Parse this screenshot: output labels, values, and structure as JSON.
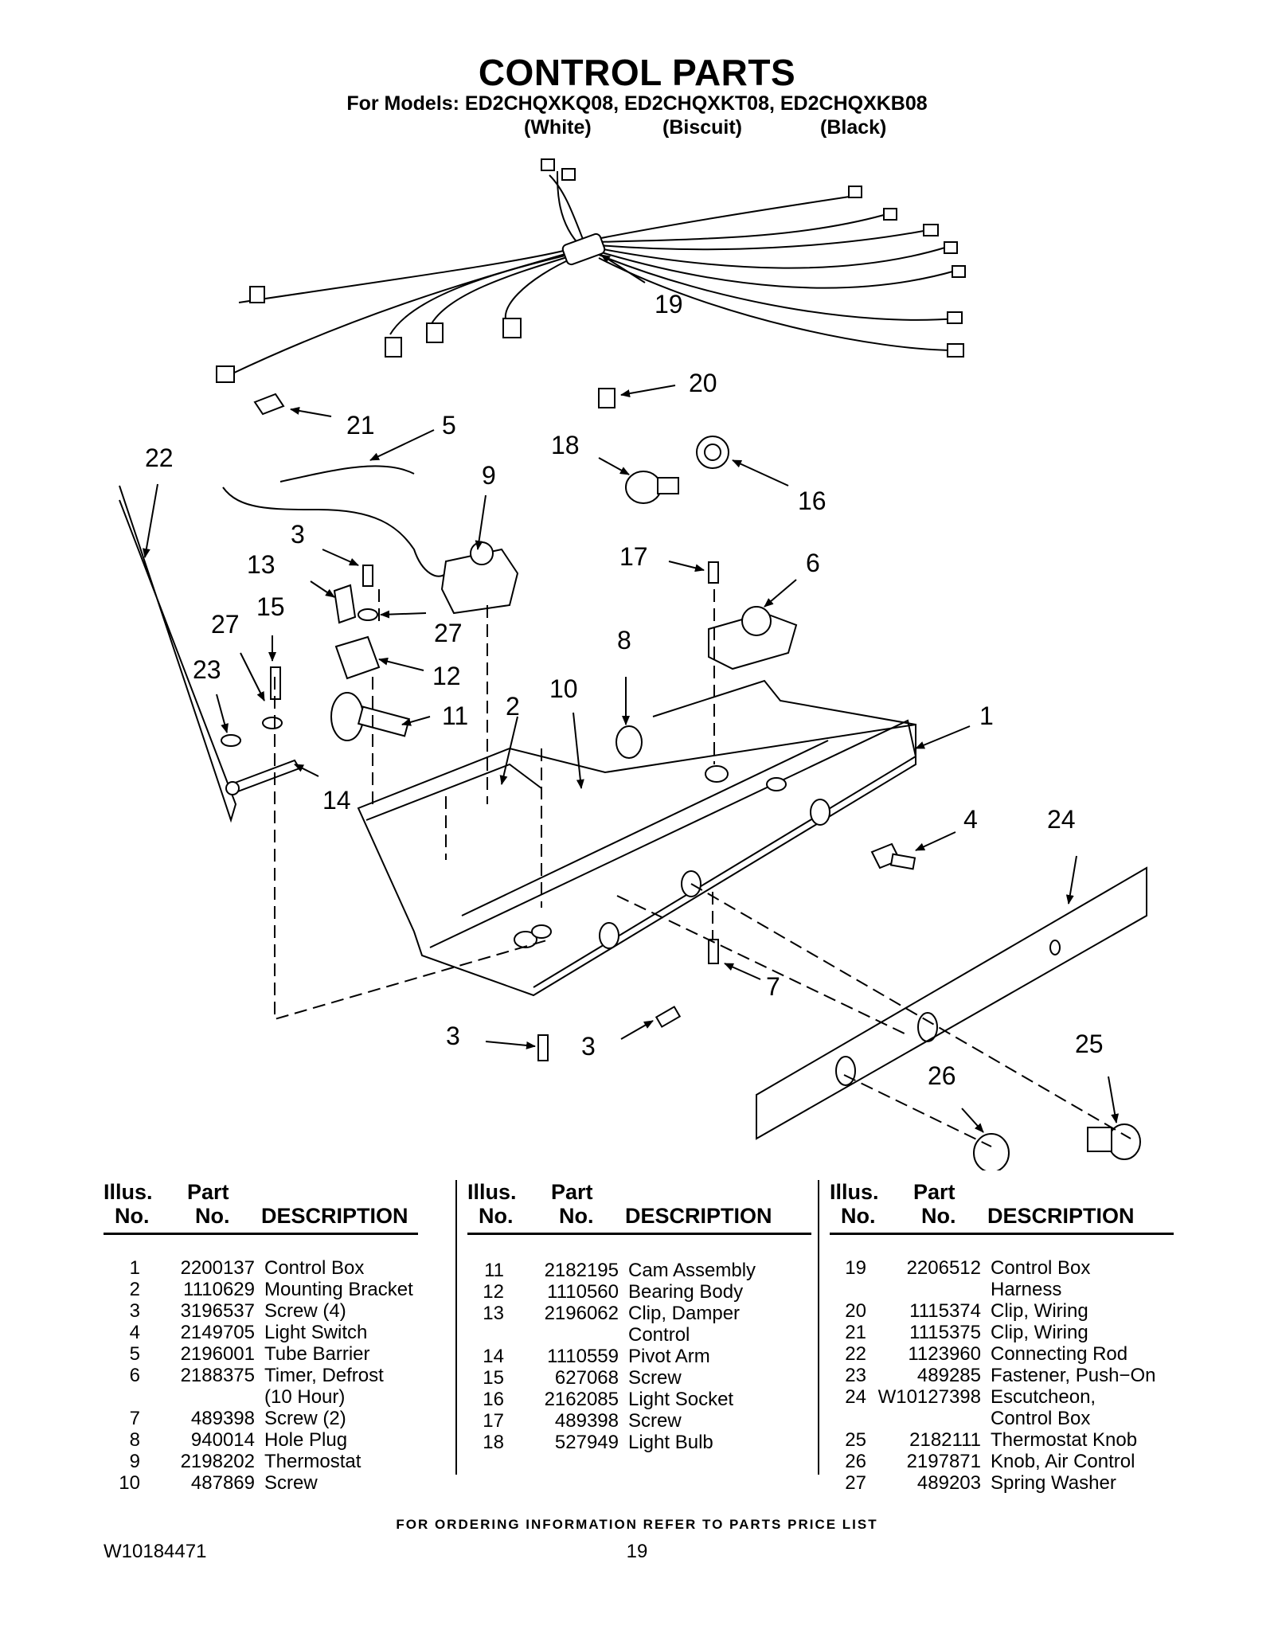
{
  "header": {
    "title": "CONTROL PARTS",
    "models_line": "For Models: ED2CHQXKQ08, ED2CHQXKT08, ED2CHQXKB08",
    "colors": [
      "(White)",
      "(Biscuit)",
      "(Black)"
    ]
  },
  "diagram": {
    "callouts": [
      "19",
      "20",
      "21",
      "5",
      "22",
      "18",
      "9",
      "16",
      "3",
      "17",
      "6",
      "13",
      "15",
      "27",
      "27",
      "12",
      "8",
      "23",
      "10",
      "11",
      "2",
      "1",
      "14",
      "4",
      "24",
      "7",
      "3",
      "3",
      "25",
      "26"
    ]
  },
  "table": {
    "headers": {
      "illus_top": "Illus.",
      "illus_bottom": "No.",
      "part_top": "Part",
      "part_bottom": "No.",
      "description": "DESCRIPTION"
    },
    "columns": [
      [
        {
          "no": "1",
          "part": "2200137",
          "desc": [
            "Control Box"
          ]
        },
        {
          "no": "2",
          "part": "1110629",
          "desc": [
            "Mounting Bracket"
          ]
        },
        {
          "no": "3",
          "part": "3196537",
          "desc": [
            "Screw (4)"
          ]
        },
        {
          "no": "4",
          "part": "2149705",
          "desc": [
            "Light Switch"
          ]
        },
        {
          "no": "5",
          "part": "2196001",
          "desc": [
            "Tube Barrier"
          ]
        },
        {
          "no": "6",
          "part": "2188375",
          "desc": [
            "Timer, Defrost",
            "(10 Hour)"
          ]
        },
        {
          "no": "7",
          "part": "489398",
          "desc": [
            "Screw (2)"
          ]
        },
        {
          "no": "8",
          "part": "940014",
          "desc": [
            "Hole Plug"
          ]
        },
        {
          "no": "9",
          "part": "2198202",
          "desc": [
            "Thermostat"
          ]
        },
        {
          "no": "10",
          "part": "487869",
          "desc": [
            "Screw"
          ]
        }
      ],
      [
        {
          "no": "11",
          "part": "2182195",
          "desc": [
            "Cam Assembly"
          ]
        },
        {
          "no": "12",
          "part": "1110560",
          "desc": [
            "Bearing Body"
          ]
        },
        {
          "no": "13",
          "part": "2196062",
          "desc": [
            "Clip, Damper",
            "Control"
          ]
        },
        {
          "no": "14",
          "part": "1110559",
          "desc": [
            "Pivot Arm"
          ]
        },
        {
          "no": "15",
          "part": "627068",
          "desc": [
            "Screw"
          ]
        },
        {
          "no": "16",
          "part": "2162085",
          "desc": [
            "Light Socket"
          ]
        },
        {
          "no": "17",
          "part": "489398",
          "desc": [
            "Screw"
          ]
        },
        {
          "no": "18",
          "part": "527949",
          "desc": [
            "Light Bulb"
          ]
        }
      ],
      [
        {
          "no": "19",
          "part": "2206512",
          "desc": [
            "Control Box",
            "Harness"
          ]
        },
        {
          "no": "20",
          "part": "1115374",
          "desc": [
            "Clip, Wiring"
          ]
        },
        {
          "no": "21",
          "part": "1115375",
          "desc": [
            "Clip, Wiring"
          ]
        },
        {
          "no": "22",
          "part": "1123960",
          "desc": [
            "Connecting Rod"
          ]
        },
        {
          "no": "23",
          "part": "489285",
          "desc": [
            "Fastener, Push−On"
          ]
        },
        {
          "no": "24",
          "part": "W10127398",
          "desc": [
            "Escutcheon,",
            "Control Box"
          ]
        },
        {
          "no": "25",
          "part": "2182111",
          "desc": [
            "Thermostat Knob"
          ]
        },
        {
          "no": "26",
          "part": "2197871",
          "desc": [
            "Knob, Air Control"
          ]
        },
        {
          "no": "27",
          "part": "489203",
          "desc": [
            "Spring Washer"
          ]
        }
      ]
    ]
  },
  "footer": {
    "ordering_note": "FOR ORDERING INFORMATION REFER TO PARTS PRICE LIST",
    "doc_number": "W10184471",
    "page_number": "19"
  }
}
